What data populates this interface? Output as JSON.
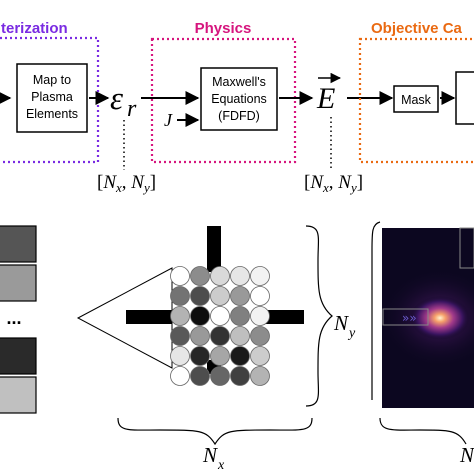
{
  "sections": {
    "parameterization": {
      "title": "terization",
      "color": "#7a2be2"
    },
    "physics": {
      "title": "Physics",
      "color": "#d6157e"
    },
    "objective": {
      "title": "Objective Ca",
      "color": "#ea6a12"
    }
  },
  "boxes": {
    "map": [
      "Map to",
      "Plasma",
      "Elements"
    ],
    "maxwell": [
      "Maxwell's",
      "Equations",
      "(FDFD)"
    ],
    "mask": "Mask"
  },
  "symbols": {
    "epsilon_main": "ε",
    "epsilon_sub": "r",
    "source": "J",
    "field": "E",
    "grid_dims_1": {
      "open": "[",
      "a": "N",
      "a_sub": "x",
      "sep": ", ",
      "b": "N",
      "b_sub": "y",
      "close": "]"
    },
    "grid_dims_2": {
      "open": "[",
      "a": "N",
      "a_sub": "x",
      "sep": ", ",
      "b": "N",
      "b_sub": "y",
      "close": "]"
    },
    "ellipsis": "...",
    "ny_brace": {
      "main": "N",
      "sub": "y"
    },
    "nx_brace": {
      "main": "N",
      "sub": "x"
    },
    "right_label": "N"
  },
  "colors": {
    "arrow": "#000000",
    "field_bg": "#0c0720",
    "field_glow": "#f0b080"
  },
  "swatches": [
    "#555555",
    "#9a9a9a",
    "#ffffff",
    "#2a2a2a",
    "#c0c0c0"
  ],
  "grid_values": [
    [
      1.0,
      0.55,
      0.85,
      0.9,
      0.95
    ],
    [
      0.45,
      0.3,
      0.8,
      0.6,
      1.0
    ],
    [
      0.7,
      0.05,
      1.0,
      0.5,
      0.95
    ],
    [
      0.35,
      0.6,
      0.2,
      0.75,
      0.55
    ],
    [
      0.9,
      0.15,
      0.65,
      0.1,
      0.8
    ],
    [
      1.0,
      0.3,
      0.4,
      0.25,
      0.7
    ]
  ]
}
